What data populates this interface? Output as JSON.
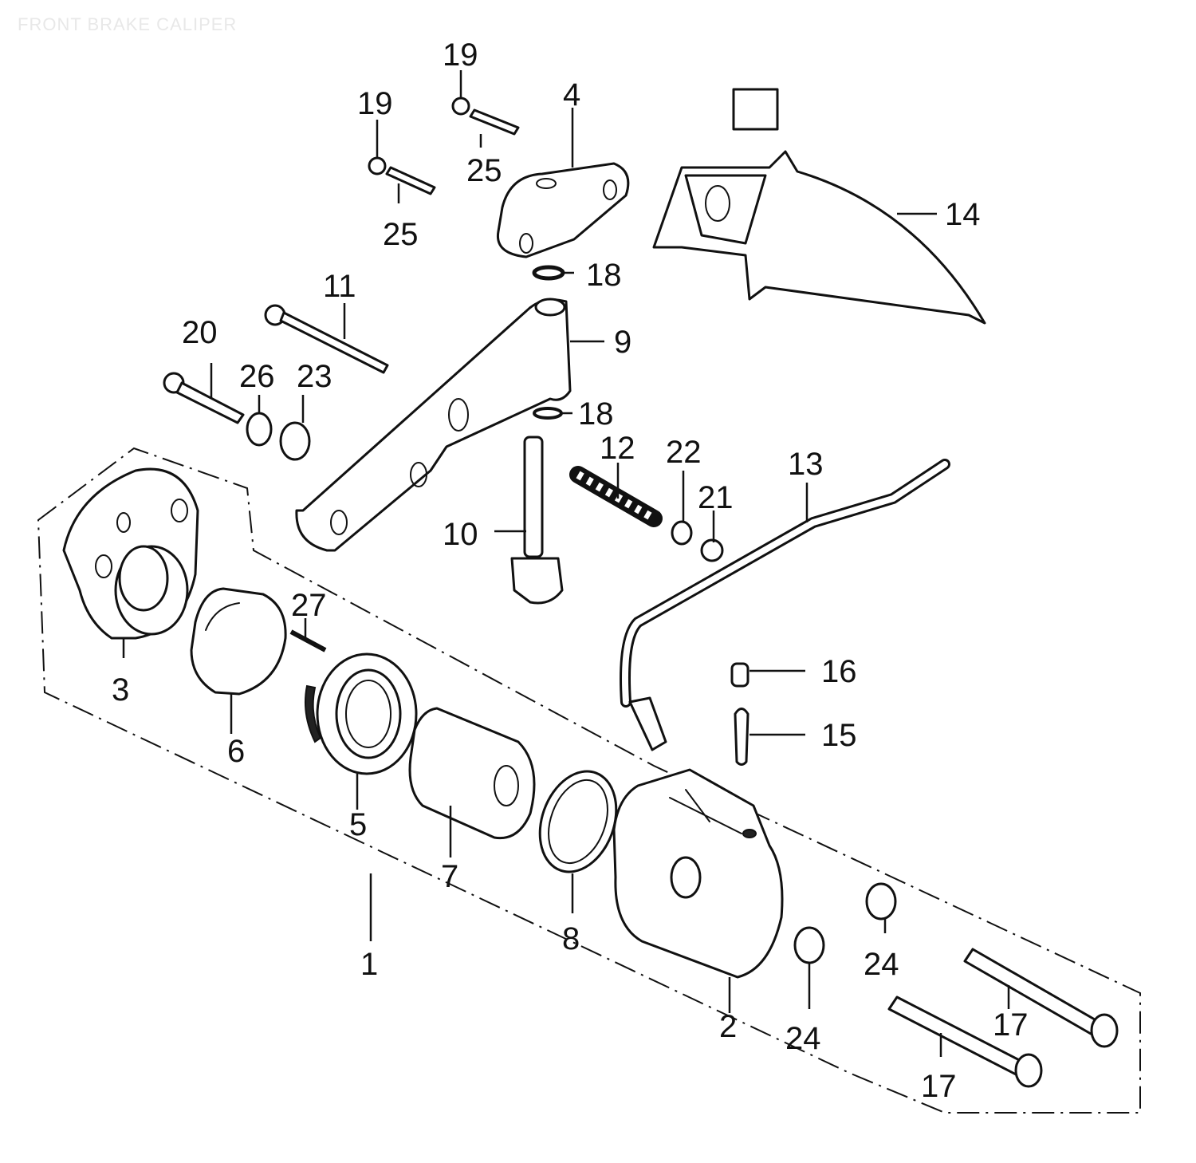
{
  "diagram": {
    "title": "FRONT BRAKE CALIPER",
    "callouts": [
      {
        "id": "c1",
        "label": "1"
      },
      {
        "id": "c2",
        "label": "2"
      },
      {
        "id": "c3",
        "label": "3"
      },
      {
        "id": "c4",
        "label": "4"
      },
      {
        "id": "c5",
        "label": "5"
      },
      {
        "id": "c6",
        "label": "6"
      },
      {
        "id": "c7",
        "label": "7"
      },
      {
        "id": "c8",
        "label": "8"
      },
      {
        "id": "c9",
        "label": "9"
      },
      {
        "id": "c10",
        "label": "10"
      },
      {
        "id": "c11",
        "label": "11"
      },
      {
        "id": "c12",
        "label": "12"
      },
      {
        "id": "c13",
        "label": "13"
      },
      {
        "id": "c14",
        "label": "14"
      },
      {
        "id": "c15",
        "label": "15"
      },
      {
        "id": "c16",
        "label": "16"
      },
      {
        "id": "c17a",
        "label": "17"
      },
      {
        "id": "c17b",
        "label": "17"
      },
      {
        "id": "c18a",
        "label": "18"
      },
      {
        "id": "c18b",
        "label": "18"
      },
      {
        "id": "c19a",
        "label": "19"
      },
      {
        "id": "c19b",
        "label": "19"
      },
      {
        "id": "c20",
        "label": "20"
      },
      {
        "id": "c21",
        "label": "21"
      },
      {
        "id": "c22",
        "label": "22"
      },
      {
        "id": "c23",
        "label": "23"
      },
      {
        "id": "c24a",
        "label": "24"
      },
      {
        "id": "c24b",
        "label": "24"
      },
      {
        "id": "c25a",
        "label": "25"
      },
      {
        "id": "c25b",
        "label": "25"
      },
      {
        "id": "c26",
        "label": "26"
      },
      {
        "id": "c27",
        "label": "27"
      }
    ]
  }
}
